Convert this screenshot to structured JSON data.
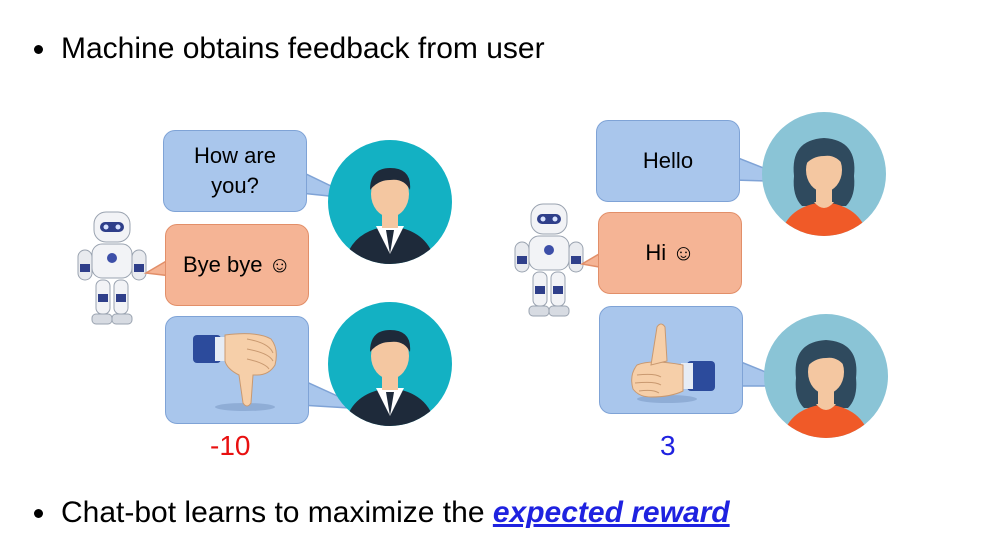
{
  "bullets": {
    "top": "Machine obtains feedback from user",
    "bottom_prefix": "Chat-bot learns to maximize the ",
    "bottom_emphasis": "expected reward"
  },
  "left_scenario": {
    "user_message": "How are you?",
    "bot_reply": "Bye bye ☺",
    "feedback_icon": "thumbs-down-icon",
    "reward": "-10"
  },
  "right_scenario": {
    "user_message": "Hello",
    "bot_reply": "Hi ☺",
    "feedback_icon": "thumbs-up-icon",
    "reward": "3"
  },
  "colors": {
    "user_bubble": "#a9c6ec",
    "bot_bubble": "#f5b495",
    "male_avatar_bg": "#13b1c3",
    "female_avatar_bg": "#8ac4d6",
    "negative_reward": "#e81010",
    "positive_reward": "#1f22e0"
  }
}
